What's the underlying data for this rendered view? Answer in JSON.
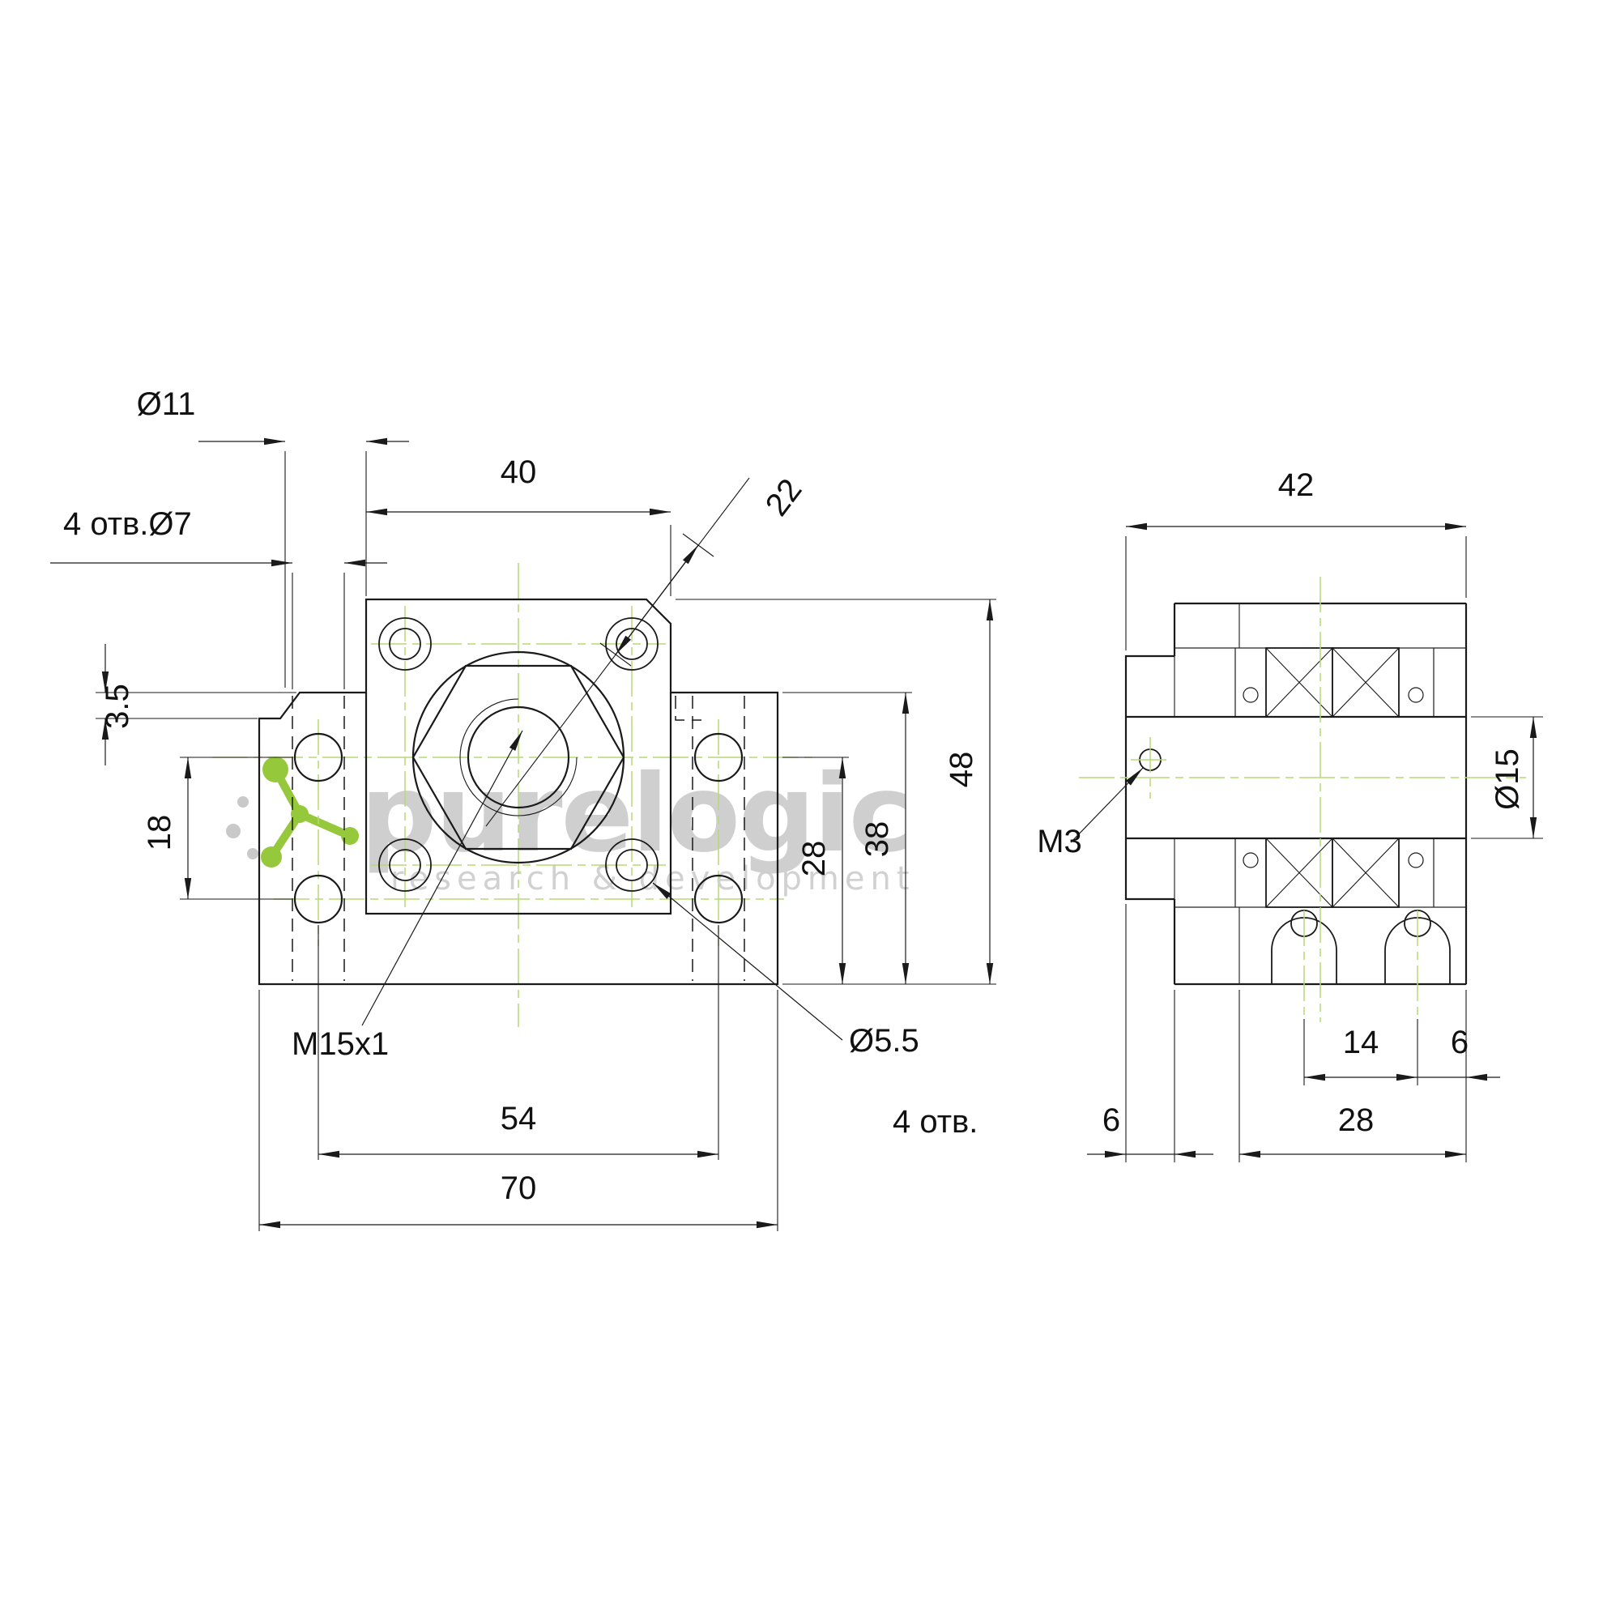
{
  "watermark": {
    "brand": "purelogic",
    "tagline": "research & development"
  },
  "dims": {
    "front": {
      "dia11": "Ø11",
      "holes7": "4 отв.Ø7",
      "w40": "40",
      "c22": "22",
      "t35": "3.5",
      "s18": "18",
      "thread": "M15x1",
      "s54": "54",
      "w70": "70",
      "dia55": "Ø5.5",
      "holes4": "4 отв.",
      "h28": "28",
      "h38": "38",
      "h48": "48"
    },
    "side": {
      "w42": "42",
      "dia15": "Ø15",
      "m3": "M3",
      "s14": "14",
      "s6r": "6",
      "w28": "28",
      "s6l": "6"
    }
  },
  "colors": {
    "line": "#1a1a1a",
    "centerline": "#b5d977",
    "hatch": "#3a3a3a",
    "watermark_gray": "#c7c7c7",
    "logo_green": "#96c83c"
  }
}
